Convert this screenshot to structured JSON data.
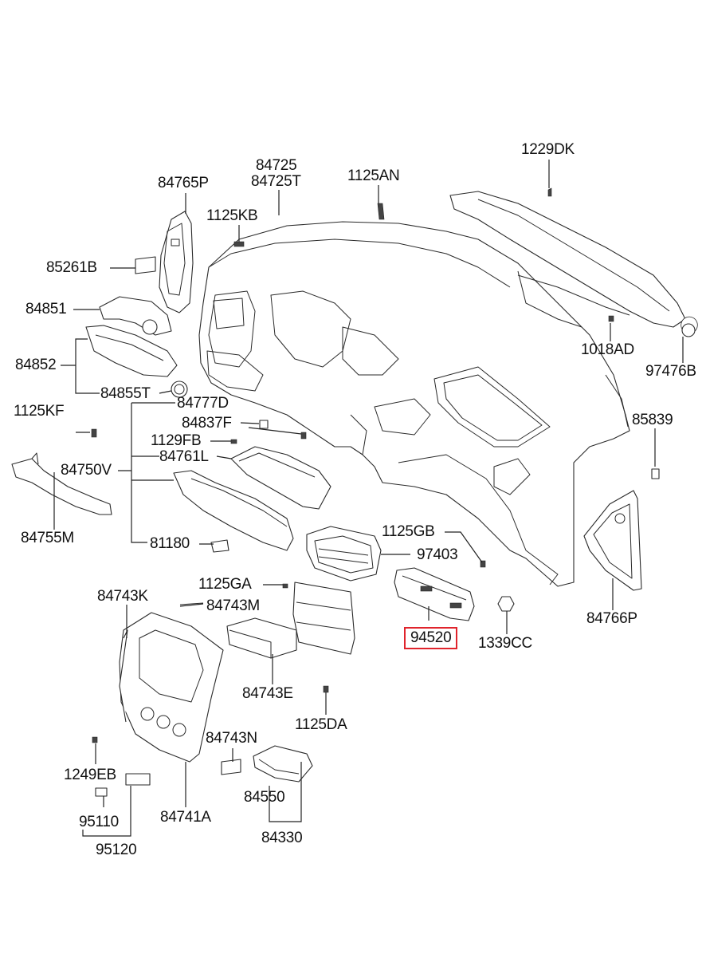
{
  "callouts": {
    "c1229DK": "1229DK",
    "c84725": "84725",
    "c84725T": "84725T",
    "c1125AN": "1125AN",
    "c84765P": "84765P",
    "c1125KB": "1125KB",
    "c85261B": "85261B",
    "c84851": "84851",
    "c84852": "84852",
    "c84855T": "84855T",
    "c1018AD": "1018AD",
    "c97476B": "97476B",
    "c1125KF": "1125KF",
    "c84777D": "84777D",
    "c84837F": "84837F",
    "c1129FB": "1129FB",
    "c84761L": "84761L",
    "c84750V": "84750V",
    "c85839": "85839",
    "c84755M": "84755M",
    "c81180": "81180",
    "c1125GB": "1125GB",
    "c97403": "97403",
    "c1125GA": "1125GA",
    "c84743K": "84743K",
    "c84743M": "84743M",
    "c94520": "94520",
    "c1339CC": "1339CC",
    "c84766P": "84766P",
    "c84743E": "84743E",
    "c1125DA": "1125DA",
    "c84743N": "84743N",
    "c1249EB": "1249EB",
    "c84550": "84550",
    "c95110": "95110",
    "c84741A": "84741A",
    "c84330": "84330",
    "c95120": "95120"
  },
  "highlight": {
    "part": "94520",
    "color": "#e0242c"
  }
}
